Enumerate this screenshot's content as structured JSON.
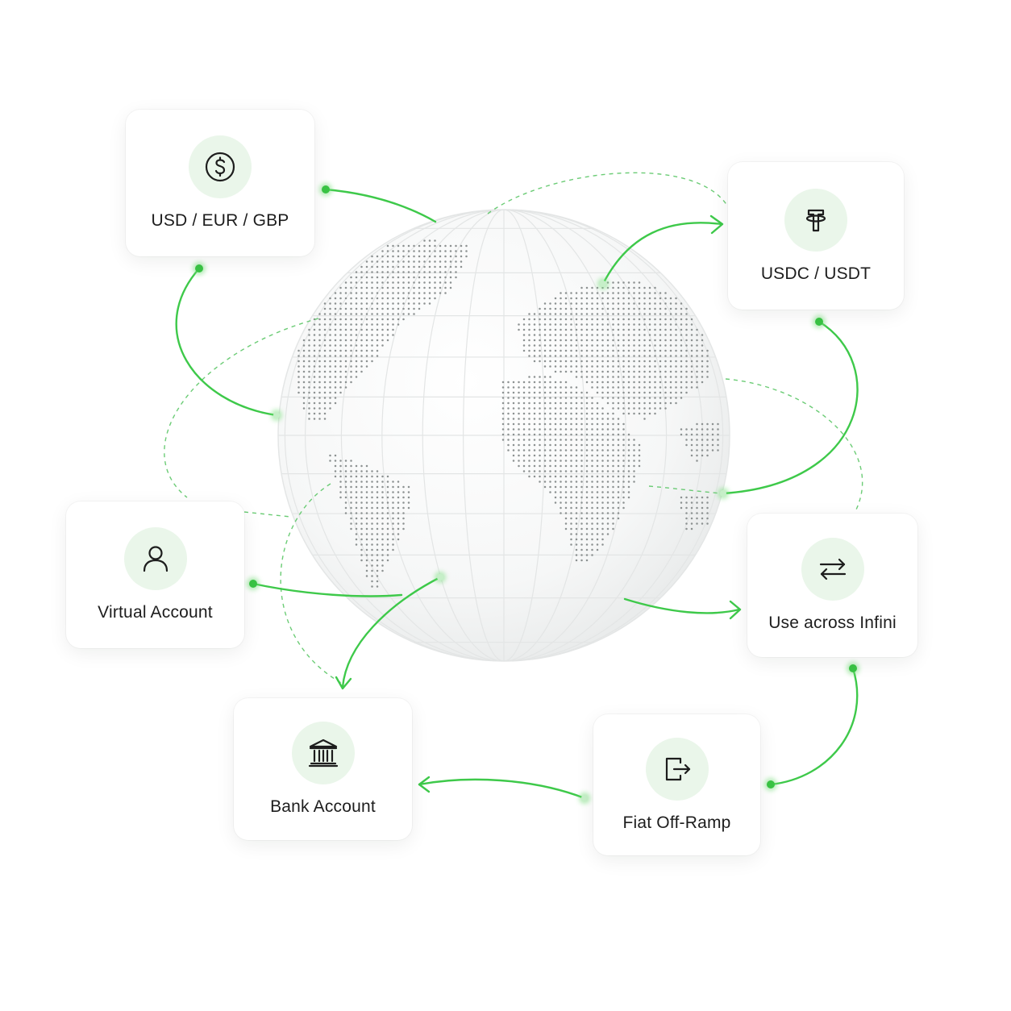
{
  "accent_color": "#3ec94a",
  "nodes": {
    "usd_eur_gbp": {
      "label": "USD / EUR / GBP",
      "icon": "dollar-coin-icon"
    },
    "usdc_usdt": {
      "label": "USDC / USDT",
      "icon": "tether-icon"
    },
    "virtual_account": {
      "label": "Virtual Account",
      "icon": "user-icon"
    },
    "use_across": {
      "label": "Use across Infini",
      "icon": "swap-arrows-icon"
    },
    "bank_account": {
      "label": "Bank Account",
      "icon": "bank-icon"
    },
    "fiat_off_ramp": {
      "label": "Fiat Off-Ramp",
      "icon": "exit-arrow-icon"
    }
  }
}
